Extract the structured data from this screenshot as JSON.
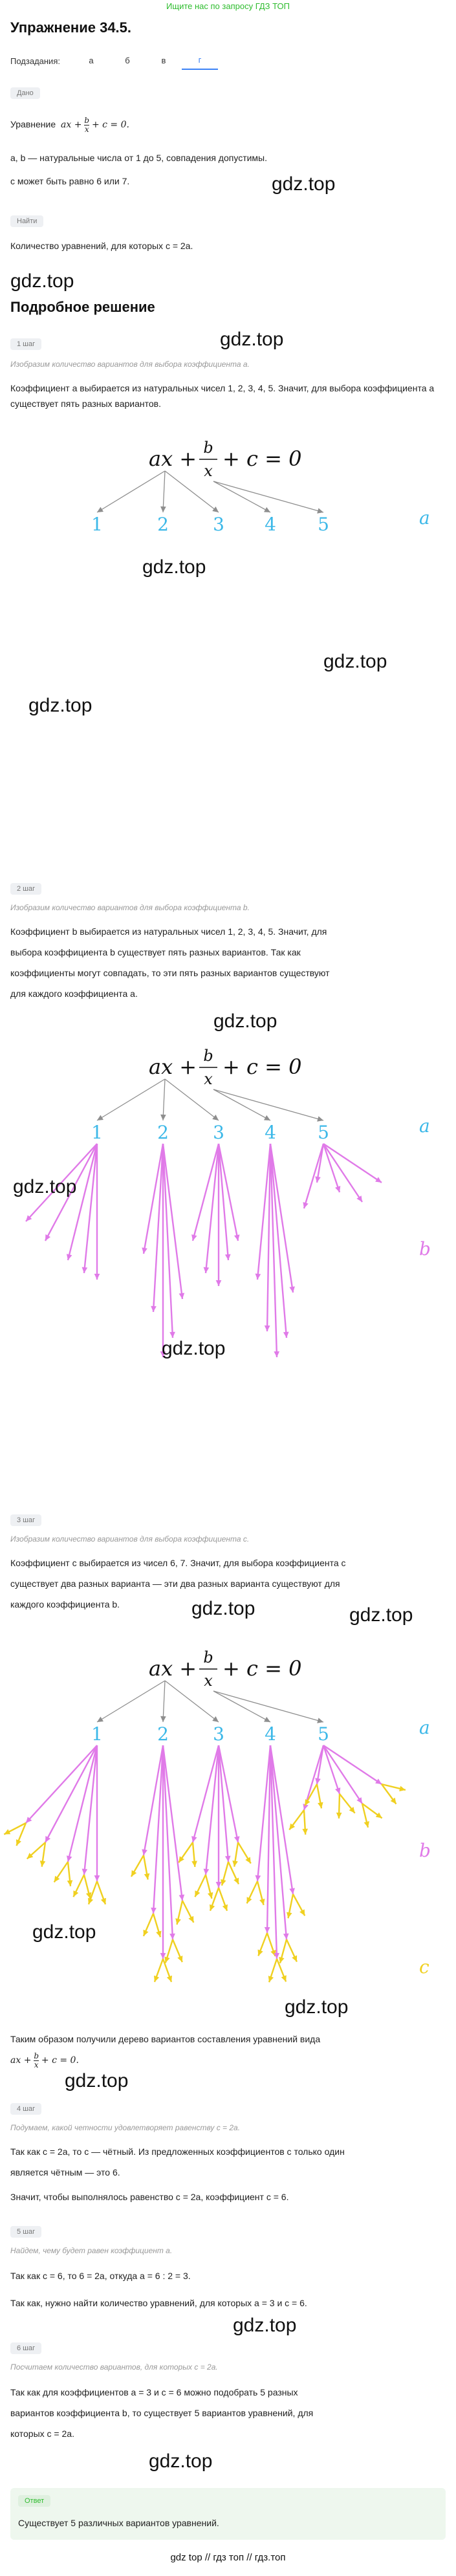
{
  "top_link": "Ищите нас по запросу ГДЗ ТОП",
  "title": "Упражнение 34.5.",
  "tabs": {
    "label": "Подзадания:",
    "items": [
      "а",
      "б",
      "в",
      "г"
    ],
    "active": "г"
  },
  "given": {
    "chip": "Дано",
    "line1_prefix": "Уравнение",
    "line2": "a, b — натуральные числа от 1 до 5, совпадения допустимы.",
    "line3": "c может быть равно 6 или 7."
  },
  "find": {
    "chip": "Найти",
    "text": "Количество уравнений, для которых c = 2a."
  },
  "watermark": "gdz.top",
  "solution_title": "Подробное решение",
  "steps": [
    {
      "chip": "1 шаг",
      "hint": "Изобразим количество вариантов для выбора коэффициента a.",
      "text": "Коэффициент a выбирается из натуральных чисел 1, 2, 3, 4, 5. Значит, для выбора коэффициента a существует пять разных вариантов."
    },
    {
      "chip": "2 шаг",
      "hint": "Изобразим количество вариантов для выбора коэффициента b.",
      "text1": "Коэффициент b выбирается из натуральных чисел 1, 2, 3, 4, 5. Значит, для",
      "text2": "выбора коэффициента b существует пять разных вариантов. Так как",
      "text3": "коэффициенты могут совпадать, то эти пять разных вариантов существуют",
      "text4": "для каждого коэффициента a."
    },
    {
      "chip": "3 шаг",
      "hint": "Изобразим количество вариантов для выбора коэффициента c.",
      "text1": "Коэффициент c выбирается из чисел 6, 7. Значит, для выбора коэффициента c",
      "text2": "существует два разных варианта — эти два разных варианта существуют для",
      "text3": "каждого коэффициента b.",
      "conclusion1": "Таким образом получили дерево вариантов составления уравнений вида"
    },
    {
      "chip": "4 шаг",
      "hint": "Подумаем, какой четности удовлетворяет равенству c = 2a.",
      "text1": "Так как c = 2a, то c — чётный. Из предложенных коэффициентов c только один",
      "text2": "является чётным — это 6.",
      "text3": "Значит, чтобы выполнялось равенство c = 2a, коэффициент c = 6."
    },
    {
      "chip": "5 шаг",
      "hint": "Найдем, чему будет равен коэффициент a.",
      "text1": "Так как c = 6, то 6 = 2a, откуда a = 6 : 2 = 3.",
      "text2": "Так как, нужно найти количество уравнений, для которых a = 3 и c = 6."
    },
    {
      "chip": "6 шаг",
      "hint": "Посчитаем количество вариантов, для которых c = 2a.",
      "text1": "Так как для коэффициентов a = 3 и c = 6 можно подобрать 5 разных",
      "text2": "вариантов коэффициента b, то существует 5 вариантов уравнений, для",
      "text3": "которых c = 2a."
    }
  ],
  "answer": {
    "chip": "Ответ",
    "text": "Существует 5 различных вариантов уравнений."
  },
  "equation": {
    "lhs1": "ax +",
    "num": "b",
    "den": "x",
    "rhs": "+ c = 0"
  },
  "tree_numbers": [
    "1",
    "2",
    "3",
    "4",
    "5"
  ],
  "letters": {
    "a": "a",
    "b": "b",
    "c": "c"
  },
  "colors": {
    "a": "#3cb8e8",
    "b": "#e07ae8",
    "c": "#f0d020",
    "arrow_gray": "#8e8e8e",
    "accent": "#3b82f6",
    "link": "#2ebc2e"
  },
  "footer": "gdz top // гдз топ // гдз.топ"
}
